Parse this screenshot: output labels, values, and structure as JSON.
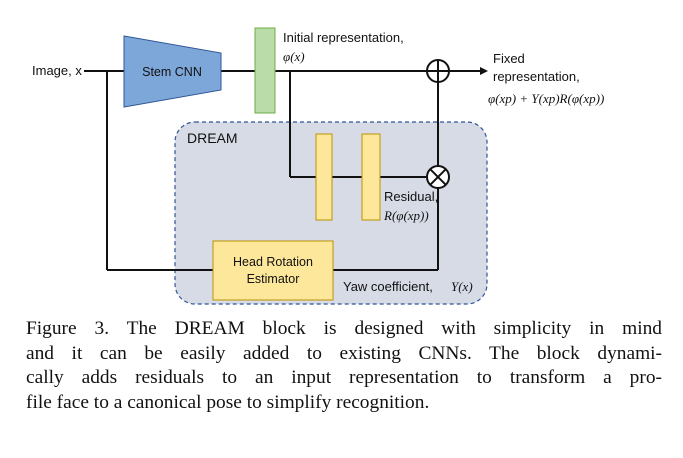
{
  "diagram": {
    "input_label": "Image, x",
    "stem_label": "Stem CNN",
    "initial_rep_text": "Initial representation,",
    "initial_rep_math": "φ(x)",
    "dream_label": "DREAM",
    "fixed_line1": "Fixed",
    "fixed_line2": "representation,",
    "fixed_math": "φ(xp) + Y(xp)R(φ(xp))",
    "residual_text": "Residual,",
    "residual_math": "R(φ(xp))",
    "estimator_line1": "Head Rotation",
    "estimator_line2": "Estimator",
    "yaw_text": "Yaw coefficient,",
    "yaw_math": "Y(x)",
    "colors": {
      "stem": "#7da7d9",
      "initial_rep": "#b9dca8",
      "residual_blocks": "#fde79a",
      "estimator": "#fde79a",
      "dream_region": "#d6dbe6"
    }
  },
  "caption": {
    "line1": "Figure 3. The DREAM block is designed with simplicity in mind",
    "line2": "and it can be easily added to existing CNNs.  The block dynami-",
    "line3": "cally adds residuals to an input representation to transform a pro-",
    "line4": "file face to a canonical pose to simplify recognition."
  }
}
